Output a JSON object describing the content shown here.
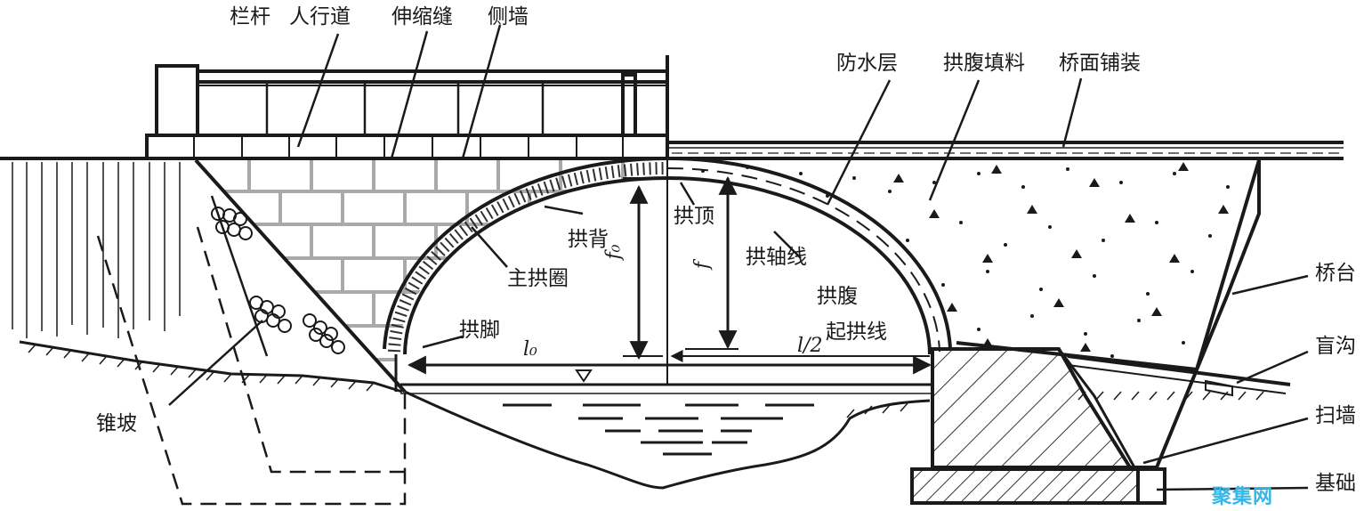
{
  "labels": {
    "railing": "栏杆",
    "sidewalk": "人行道",
    "expansion_joint": "伸缩缝",
    "side_wall": "侧墙",
    "waterproof_layer": "防水层",
    "spandrel_fill": "拱腹填料",
    "deck_pavement": "桥面铺装",
    "arch_back": "拱背",
    "arch_crown": "拱顶",
    "arch_axis": "拱轴线",
    "main_arch_ring": "主拱圈",
    "intrados": "拱腹",
    "arch_foot": "拱脚",
    "springing_line": "起拱线",
    "abutment": "桥台",
    "blind_ditch": "盲沟",
    "sweep_wall": "扫墙",
    "foundation": "基础",
    "cone_slope": "锥坡"
  },
  "symbols": {
    "clear_rise": "f₀",
    "rise": "f",
    "clear_span": "l₀",
    "half_span": "l/2"
  },
  "watermark": "聚集网",
  "colors": {
    "line": "#1a1a1a",
    "brick": "#a9a9a9",
    "watermark": "#35b7e8"
  }
}
